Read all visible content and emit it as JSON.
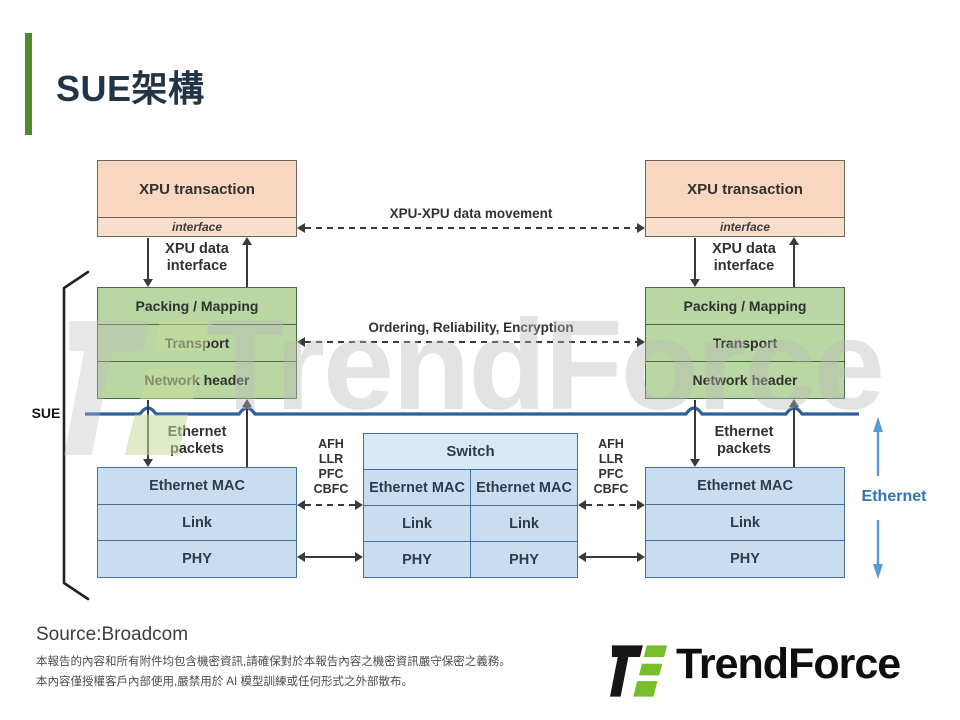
{
  "title": "SUE架構",
  "watermark": {
    "text": "TrendForce"
  },
  "diagram": {
    "xpu_label": "XPU transaction",
    "interface_label": "interface",
    "xpu_data_interface": "XPU data interface",
    "top_arrow_label": "XPU-XPU data movement",
    "mid_arrow_label": "Ordering, Reliability, Encryption",
    "sue_label": "SUE",
    "protocol_rows": [
      "Packing / Mapping",
      "Transport",
      "Network header"
    ],
    "ethernet_packets": "Ethernet packets",
    "flow_labels": [
      "AFH",
      "LLR",
      "PFC",
      "CBFC"
    ],
    "switch_title": "Switch",
    "mac_rows": [
      "Ethernet MAC",
      "Link",
      "PHY"
    ],
    "ethernet_label": "Ethernet"
  },
  "footer": {
    "source": "Source:Broadcom",
    "disclaimer_line1": "本報告的內容和所有附件均包含機密資訊,請確保對於本報告內容之機密資訊嚴守保密之義務。",
    "disclaimer_line2": "本內容僅授權客戶內部使用,嚴禁用於 AI 模型訓練或任何形式之外部散布。",
    "logo_text": "TrendForce"
  },
  "colors": {
    "accent_green": "#4a8c28",
    "title_navy": "#243447",
    "xpu_box_fill": "#f8d6bf",
    "protocol_box_fill": "#b9d7a2",
    "ethernet_box_fill": "#c8def0",
    "box_border_blue": "#41719c",
    "sue_divider_blue": "#2d5f9f",
    "ethernet_arrow_blue": "#5b9bd5",
    "ethernet_label_blue": "#2e74b5",
    "logo_green": "#76bf2b"
  }
}
